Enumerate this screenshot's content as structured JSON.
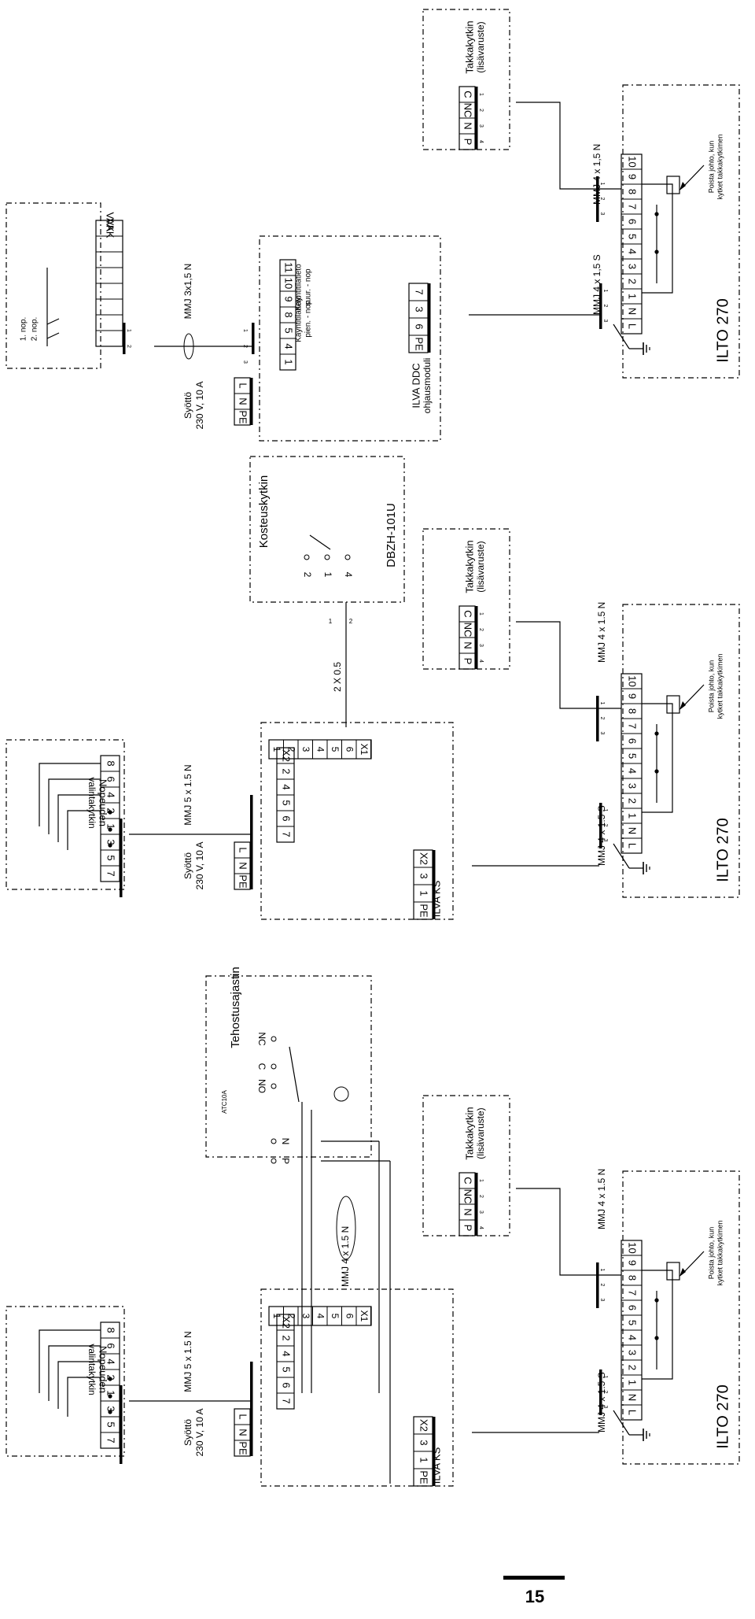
{
  "page_number": "15",
  "diagrams": [
    {
      "id": "top",
      "supply_label": "Syöttö",
      "supply_rating": "230 V, 10 A",
      "supply_terms": [
        "PE",
        "N",
        "L"
      ],
      "ctrl_terms": [
        "1",
        "4",
        "5",
        "8",
        "9",
        "10",
        "11"
      ],
      "ctrl_term_note_a": "Käyntitilatieto",
      "ctrl_term_note_b": "pien. - nop",
      "ctrl_term_note_c": "Käyntitilatieto",
      "ctrl_term_note_d": "suur. - nop",
      "ctrl_label": "ILVA DDC",
      "ctrl_sub_label": "ohjausmoduli",
      "ctrl_small_terms": [
        "PE",
        "6",
        "3",
        "7"
      ],
      "cable_top": "MMJ 3x1,5 N",
      "cable_bottom": "MMJ 4 x 1,5 S",
      "cable_right": "MMJ 4 x 1,5 N",
      "left_box_label": "VAK",
      "left_box_note_1": "1. nop.",
      "left_box_note_2": "2. nop.",
      "unit_label": "ILTO 270",
      "unit_terms": [
        "L",
        "N",
        "1",
        "2",
        "3",
        "4",
        "5",
        "6",
        "7",
        "8",
        "9",
        "10"
      ],
      "switch_label": "Takkakytkin",
      "switch_sub": "(lisävaruste)",
      "switch_terms": [
        "P",
        "N",
        "NC",
        "C"
      ],
      "warning_note_1": "Poista johto, kun",
      "warning_note_2": "kytket takkakytkimen"
    },
    {
      "id": "middle",
      "supply_label": "Syöttö",
      "supply_rating": "230 V, 10 A",
      "supply_terms": [
        "PE",
        "N",
        "L"
      ],
      "ctrl_terms": [
        "7",
        "6",
        "5",
        "4",
        "2",
        "X2"
      ],
      "ctrl_small_terms": [
        "PE",
        "1",
        "3",
        "X2"
      ],
      "ctrl_inner_terms": [
        "1",
        "2",
        "3",
        "4",
        "5",
        "6",
        "X1"
      ],
      "ctrl_label": "ILVA KS",
      "cable_left": "MMJ 5 x 1.5 N",
      "cable_bottom": "MMJ 4 x 1.5 S",
      "cable_right": "MMJ 4 x 1.5 N",
      "cable_top": "2 X 0.5",
      "speed_label": "Nopeuden",
      "speed_sub": "valintakytkin",
      "speed_terms": [
        "8",
        "6",
        "4",
        "2",
        "1",
        "3",
        "5",
        "7"
      ],
      "sensor_label": "Kosteuskytkin",
      "sensor_model": "DBZH-101U",
      "sensor_pins": [
        "2",
        "1",
        "4"
      ],
      "unit_label": "ILTO 270",
      "unit_terms": [
        "L",
        "N",
        "1",
        "2",
        "3",
        "4",
        "5",
        "6",
        "7",
        "8",
        "9",
        "10"
      ],
      "switch_label": "Takkakytkin",
      "switch_sub": "(lisävaruste)",
      "switch_terms": [
        "P",
        "N",
        "NC",
        "C"
      ],
      "warning_note_1": "Poista johto, kun",
      "warning_note_2": "kytket takkakytkimen"
    },
    {
      "id": "bottom",
      "supply_label": "Syöttö",
      "supply_rating": "230 V, 10 A",
      "supply_terms": [
        "PE",
        "N",
        "L"
      ],
      "ctrl_terms": [
        "7",
        "6",
        "5",
        "4",
        "2",
        "X2"
      ],
      "ctrl_small_terms": [
        "PE",
        "1",
        "3",
        "X2"
      ],
      "ctrl_inner_terms": [
        "1",
        "2",
        "3",
        "4",
        "5",
        "6",
        "X1"
      ],
      "ctrl_label": "ILVA KS",
      "cable_left": "MMJ 5 x 1.5 N",
      "cable_bottom": "MMJ 4 x 1.5 S",
      "cable_right": "MMJ 4 x 1.5 N",
      "cable_top": "MMJ 4 x 1.5 N",
      "speed_label": "Nopeuden",
      "speed_sub": "valintakytkin",
      "speed_terms": [
        "8",
        "6",
        "4",
        "2",
        "1",
        "3",
        "5",
        "7"
      ],
      "timer_label": "Tehostusajastin",
      "timer_model": "ATC10A",
      "timer_pins": [
        "NC",
        "C",
        "NO",
        "N",
        "P"
      ],
      "unit_label": "ILTO 270",
      "unit_terms": [
        "L",
        "N",
        "1",
        "2",
        "3",
        "4",
        "5",
        "6",
        "7",
        "8",
        "9",
        "10"
      ],
      "switch_label": "Takkakytkin",
      "switch_sub": "(lisävaruste)",
      "switch_terms": [
        "P",
        "N",
        "NC",
        "C"
      ],
      "warning_note_1": "Poista johto, kun",
      "warning_note_2": "kytket takkakytkimen"
    }
  ]
}
